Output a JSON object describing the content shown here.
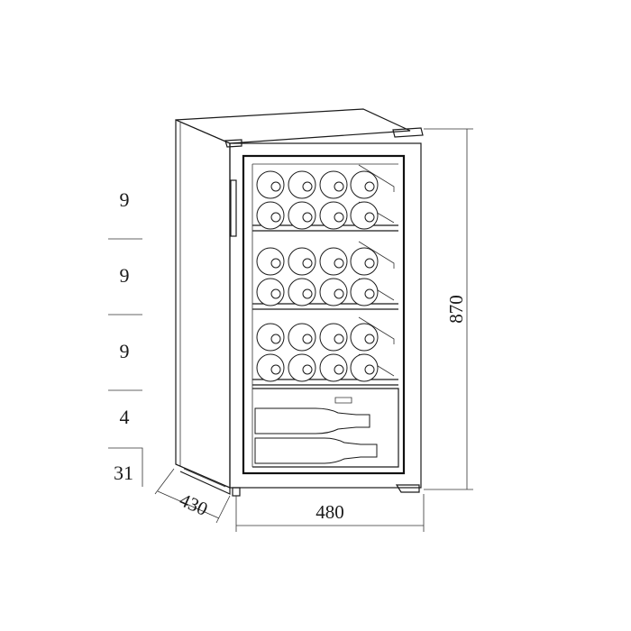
{
  "capacity_column": {
    "shelf_counts": [
      "9",
      "9",
      "9",
      "4",
      "31"
    ]
  },
  "dimensions": {
    "depth": "430",
    "width": "480",
    "height": "870"
  }
}
